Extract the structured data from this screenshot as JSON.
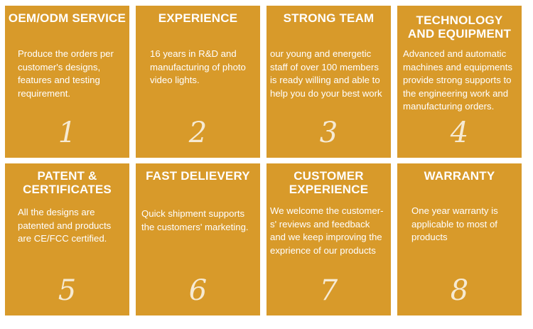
{
  "cards": [
    {
      "title": "OEM/ODM SERVICE",
      "description": "Produce the orders per\ncustomer's designs,\nfeatures and testing\nrequirement.",
      "number": "1"
    },
    {
      "title": "EXPERIENCE",
      "description": "16 years in R&D and\nmanufacturing of photo\nvideo lights.",
      "number": "2"
    },
    {
      "title": "STRONG TEAM",
      "description": "our young and energetic\nstaff of over 100 members\nis ready willing and able to\nhelp you do your best work",
      "number": "3"
    },
    {
      "title": "TECHNOLOGY\nAND EQUIPMENT",
      "description": "Advanced and automatic\nmachines and equipments\nprovide strong supports to\nthe engineering work and\nmanufacturing orders.",
      "number": "4"
    },
    {
      "title": "PATENT &\nCERTIFICATES",
      "description": "All the designs are\npatented and products\nare CE/FCC certified.",
      "number": "5"
    },
    {
      "title": "FAST DELIEVERY",
      "description": "Quick shipment supports\nthe customers' marketing.",
      "number": "6"
    },
    {
      "title": "CUSTOMER\nEXPERIENCE",
      "description": "We welcome the customer-\ns' reviews and feedback\nand we keep improving the\nexprience of our products",
      "number": "7"
    },
    {
      "title": "WARRANTY",
      "description": "One year warranty is\napplicable to most of\nproducts",
      "number": "8"
    }
  ],
  "colors": {
    "card_background": "#d89a2a",
    "text": "#ffffff",
    "number": "#f6ead3"
  }
}
